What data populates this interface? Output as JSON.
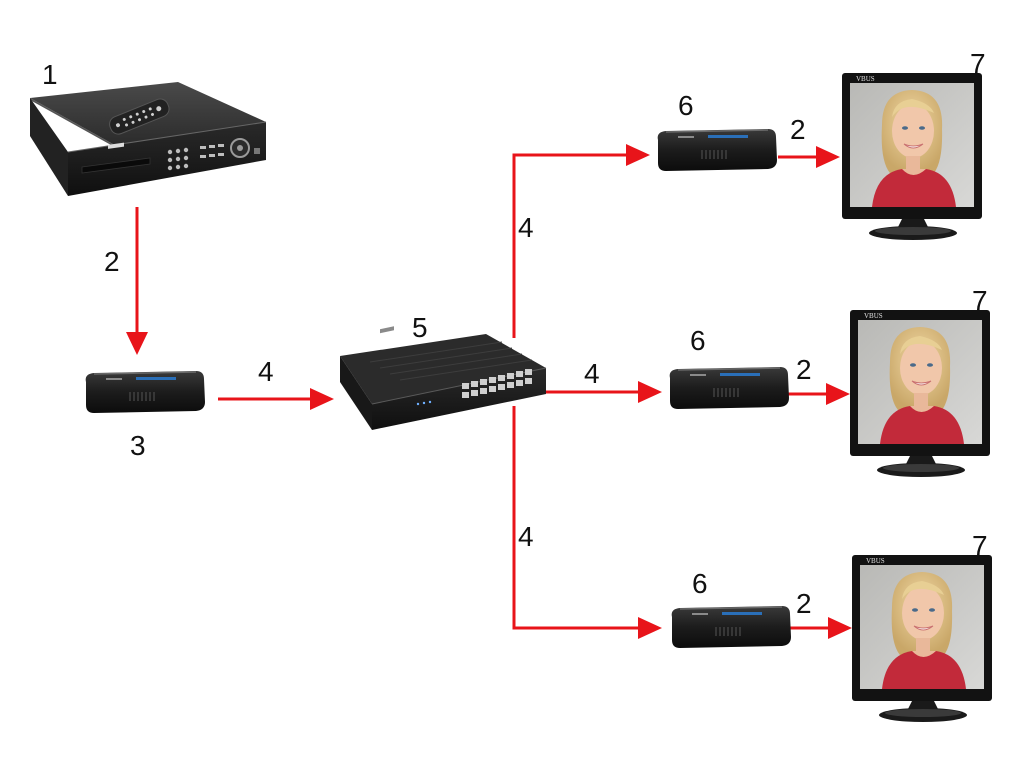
{
  "diagram": {
    "labels": {
      "dvr": "1",
      "hdmi_cable": "2",
      "transmitter": "3",
      "utp_cable": "4",
      "switch": "5",
      "receiver": "6",
      "monitor": "7"
    },
    "monitor_brand": "VBUS",
    "colors": {
      "arrow": "#e8141a",
      "device_body": "#1b1b1b",
      "monitor_bezel": "#101010",
      "screen_background": "#c9c9c6",
      "shirt": "#c22a3a"
    }
  }
}
